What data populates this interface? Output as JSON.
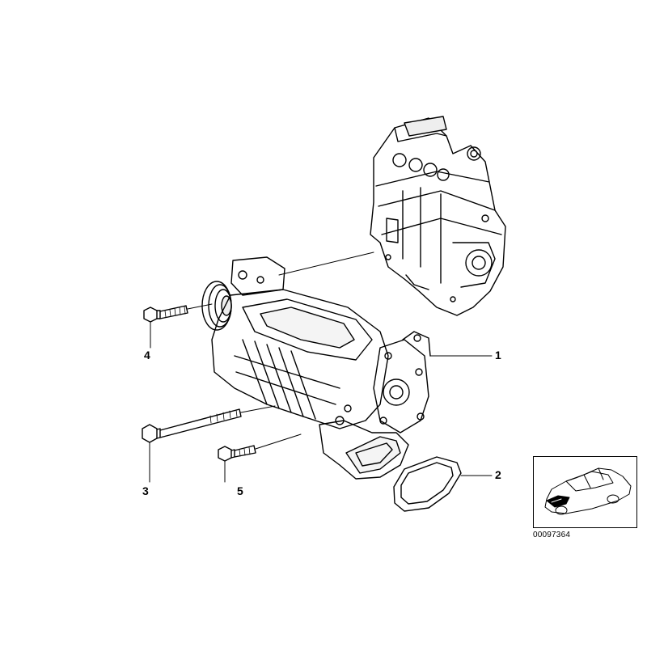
{
  "callouts": {
    "p1": "1",
    "p2": "2",
    "p3": "3",
    "p4": "4",
    "p5": "5"
  },
  "reference_code": "00097364",
  "colors": {
    "line": "#000000",
    "background": "#ffffff"
  },
  "icons": {
    "engine": "engine-block-illustration",
    "supercharger": "supercharger-illustration",
    "gasket": "gasket-illustration",
    "bolt": "bolt-illustration",
    "car": "car-silhouette-icon"
  }
}
